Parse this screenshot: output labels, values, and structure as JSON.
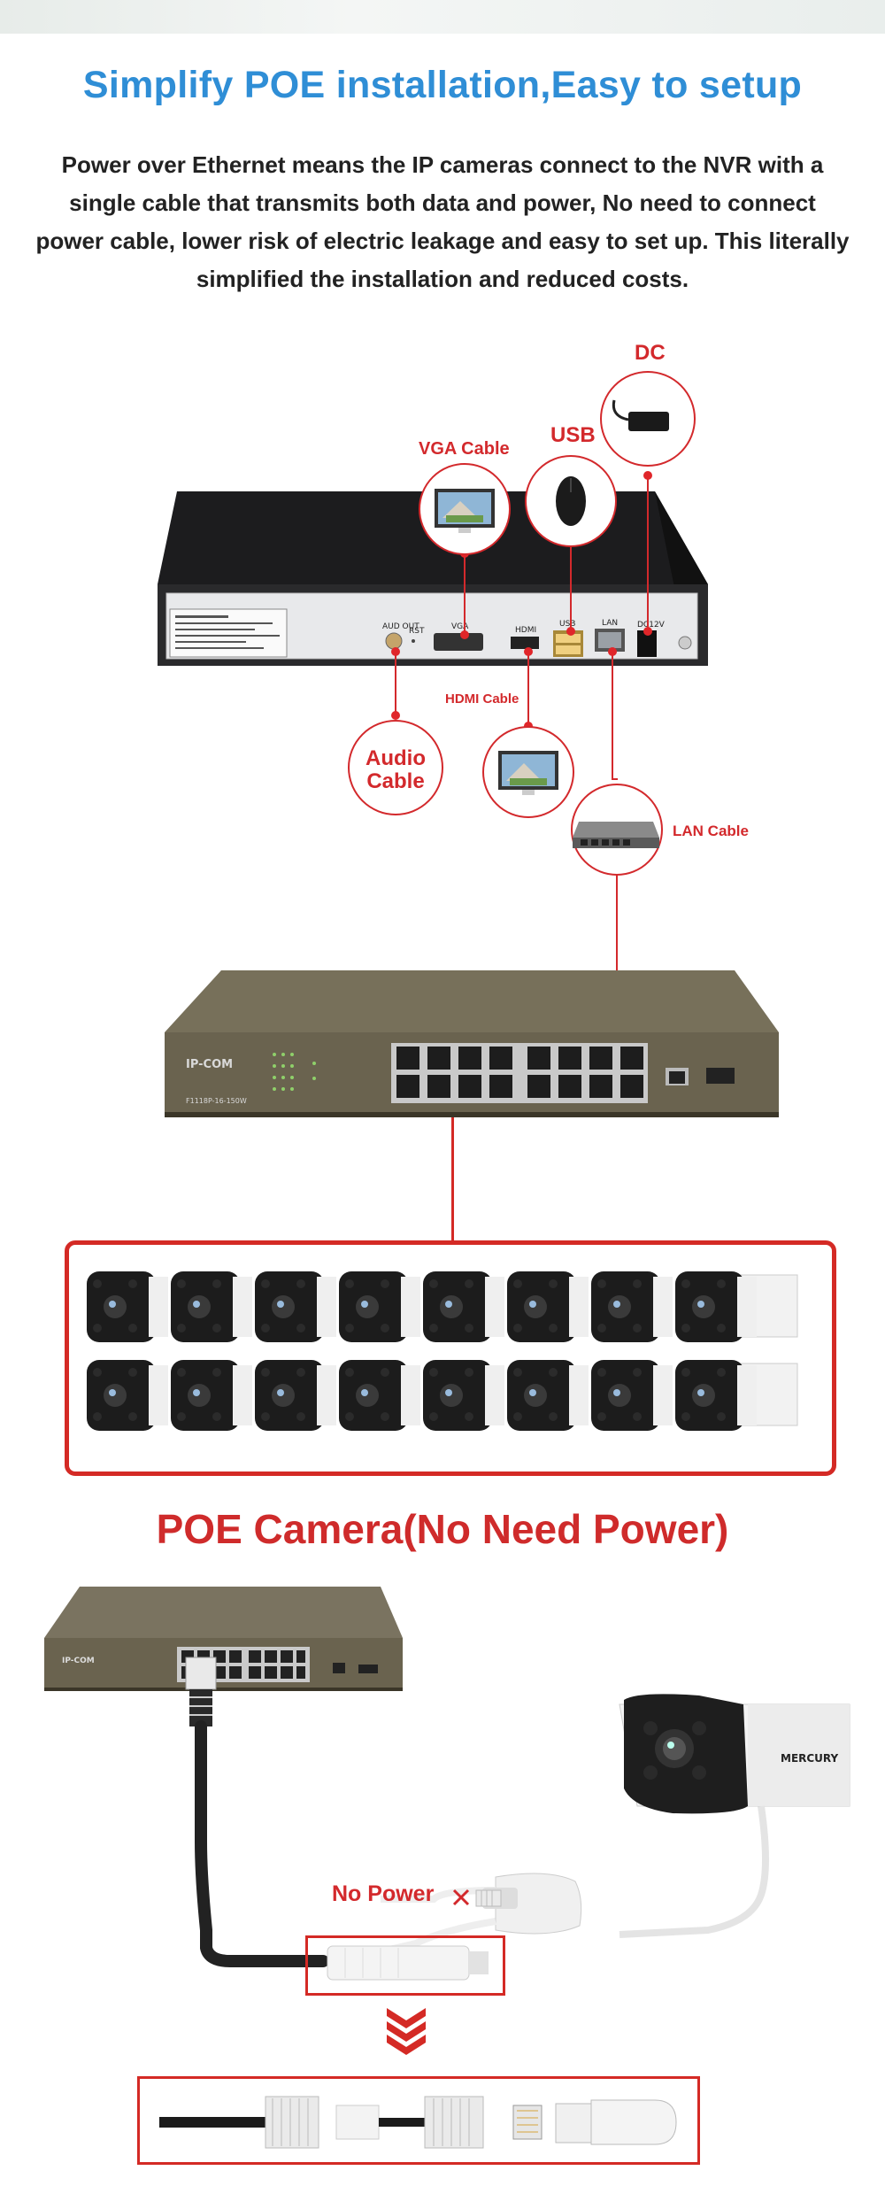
{
  "header": {
    "title": "Simplify POE installation,Easy to setup",
    "description": "Power over Ethernet means the IP cameras connect to the NVR with a single cable that transmits both data and power, No need to connect power cable, lower risk of electric leakage and easy to set up. This literally simplified the installation and reduced costs."
  },
  "diagram": {
    "labels": {
      "dc": "DC",
      "usb": "USB",
      "vga_cable": "VGA Cable",
      "hdmi_cable": "HDMI Cable",
      "audio_cable": "Audio Cable",
      "lan_cable": "LAN Cable"
    },
    "nvr_ports": {
      "audio_out": "AUD OUT",
      "rst": "RST",
      "vga": "VGA",
      "hdmi": "HDMI",
      "usb": "USB",
      "lan": "LAN",
      "dc12v": "DC12V"
    },
    "switch": {
      "brand": "IP-COM",
      "model": "F1118P-16-150W"
    },
    "camera_brand": "MERCURY"
  },
  "poe_section": {
    "title": "POE Camera(No Need Power)",
    "no_power": "No Power"
  },
  "colors": {
    "title_blue": "#2f8ed6",
    "accent_red": "#d3292c"
  }
}
